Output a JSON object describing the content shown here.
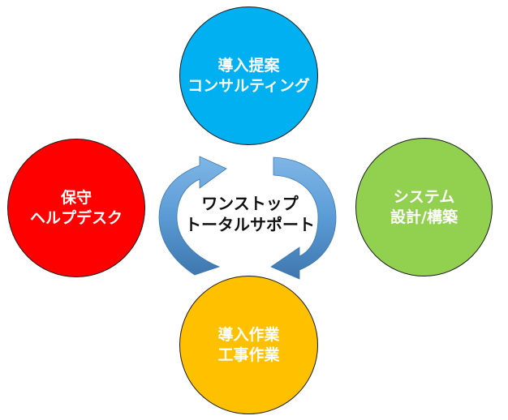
{
  "center": {
    "line1": "ワンストップ",
    "line2": "トータルサポート"
  },
  "nodes": {
    "top": {
      "line1": "導入提案",
      "line2": "コンサルティング",
      "color": "#00B0F0"
    },
    "right": {
      "line1": "システム",
      "line2": "設計/構築",
      "color": "#92D050"
    },
    "bottom": {
      "line1": "導入作業",
      "line2": "工事作業",
      "color": "#FFC000"
    },
    "left": {
      "line1": "保守",
      "line2": "ヘルプデスク",
      "color": "#FF0000"
    }
  },
  "arrows": {
    "color": "#5B9BD5",
    "direction": "clockwise"
  }
}
